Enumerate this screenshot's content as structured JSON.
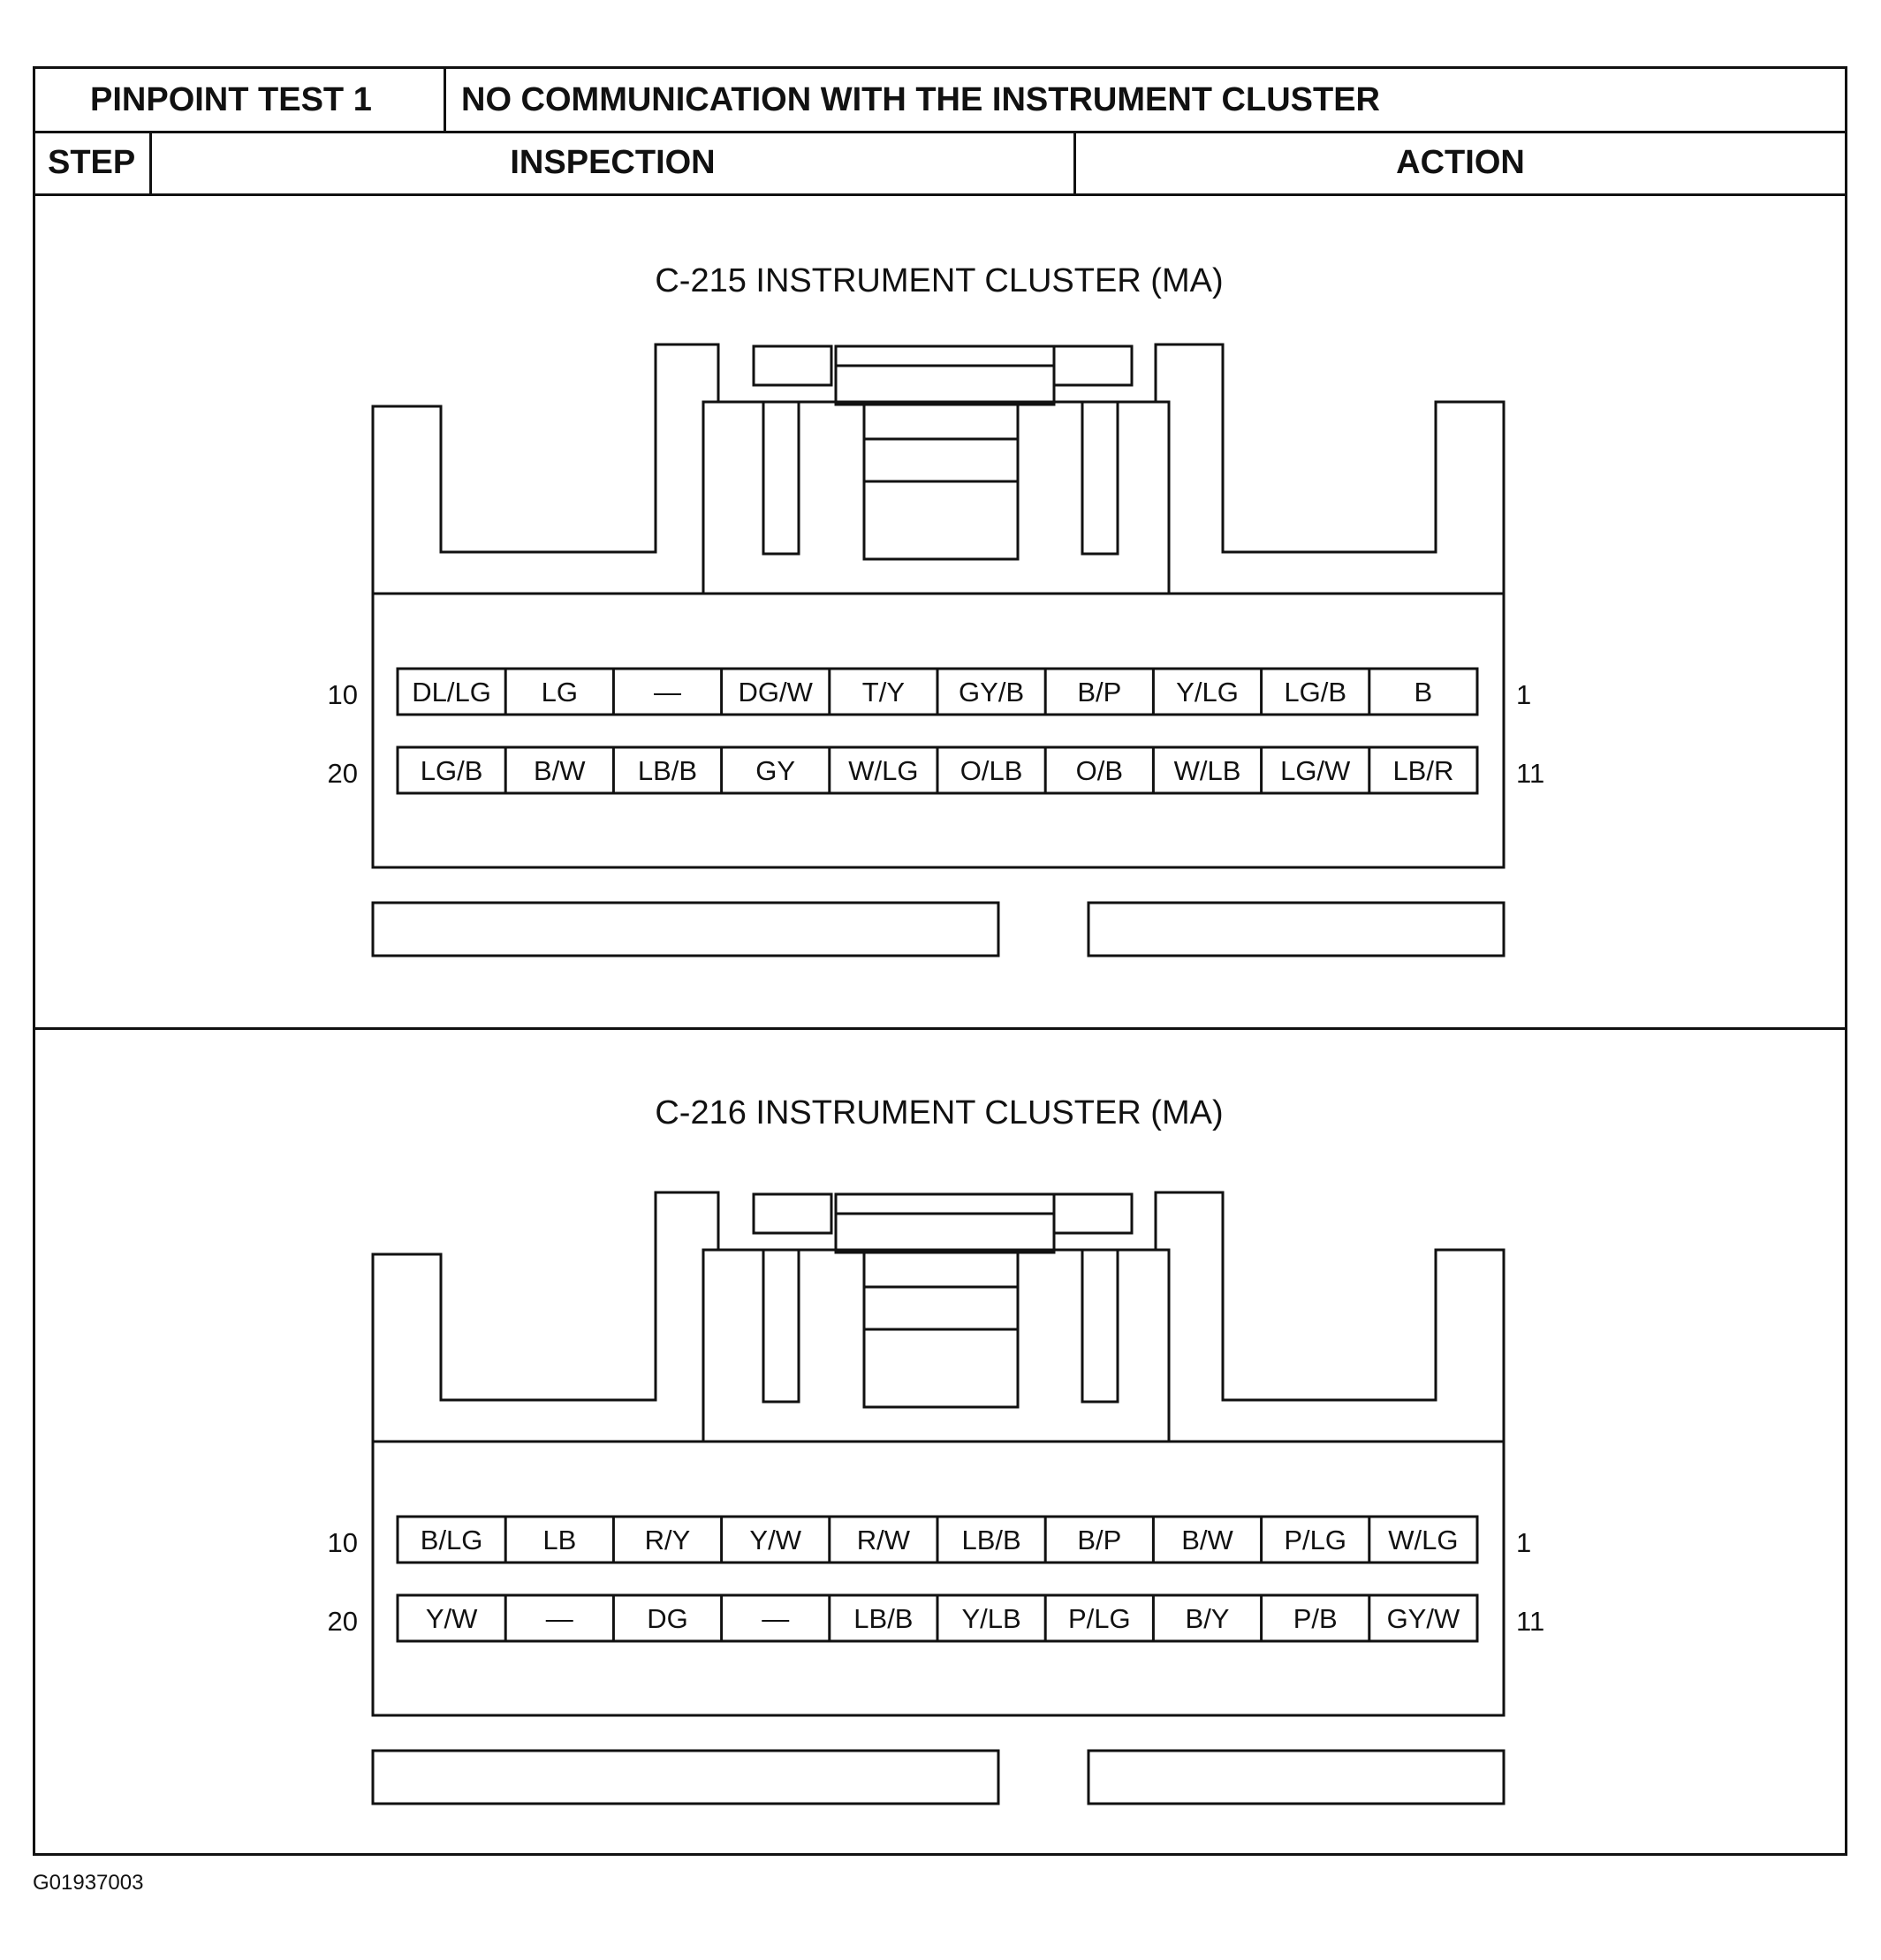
{
  "header": {
    "test_name": "PINPOINT TEST 1",
    "test_description": "NO COMMUNICATION WITH THE INSTRUMENT CLUSTER",
    "col_step": "STEP",
    "col_inspection": "INSPECTION",
    "col_action": "ACTION"
  },
  "connectors": [
    {
      "title": "C-215 INSTRUMENT CLUSTER (MA)",
      "row1_left_label": "10",
      "row1_right_label": "1",
      "row2_left_label": "20",
      "row2_right_label": "11",
      "row1": [
        "DL/LG",
        "LG",
        "—",
        "DG/W",
        "T/Y",
        "GY/B",
        "B/P",
        "Y/LG",
        "LG/B",
        "B"
      ],
      "row2": [
        "LG/B",
        "B/W",
        "LB/B",
        "GY",
        "W/LG",
        "O/LB",
        "O/B",
        "W/LB",
        "LG/W",
        "LB/R"
      ]
    },
    {
      "title": "C-216 INSTRUMENT CLUSTER (MA)",
      "row1_left_label": "10",
      "row1_right_label": "1",
      "row2_left_label": "20",
      "row2_right_label": "11",
      "row1": [
        "B/LG",
        "LB",
        "R/Y",
        "Y/W",
        "R/W",
        "LB/B",
        "B/P",
        "B/W",
        "P/LG",
        "W/LG"
      ],
      "row2": [
        "Y/W",
        "—",
        "DG",
        "—",
        "LB/B",
        "Y/LB",
        "P/LG",
        "B/Y",
        "P/B",
        "GY/W"
      ]
    }
  ],
  "figure_id": "G01937003"
}
